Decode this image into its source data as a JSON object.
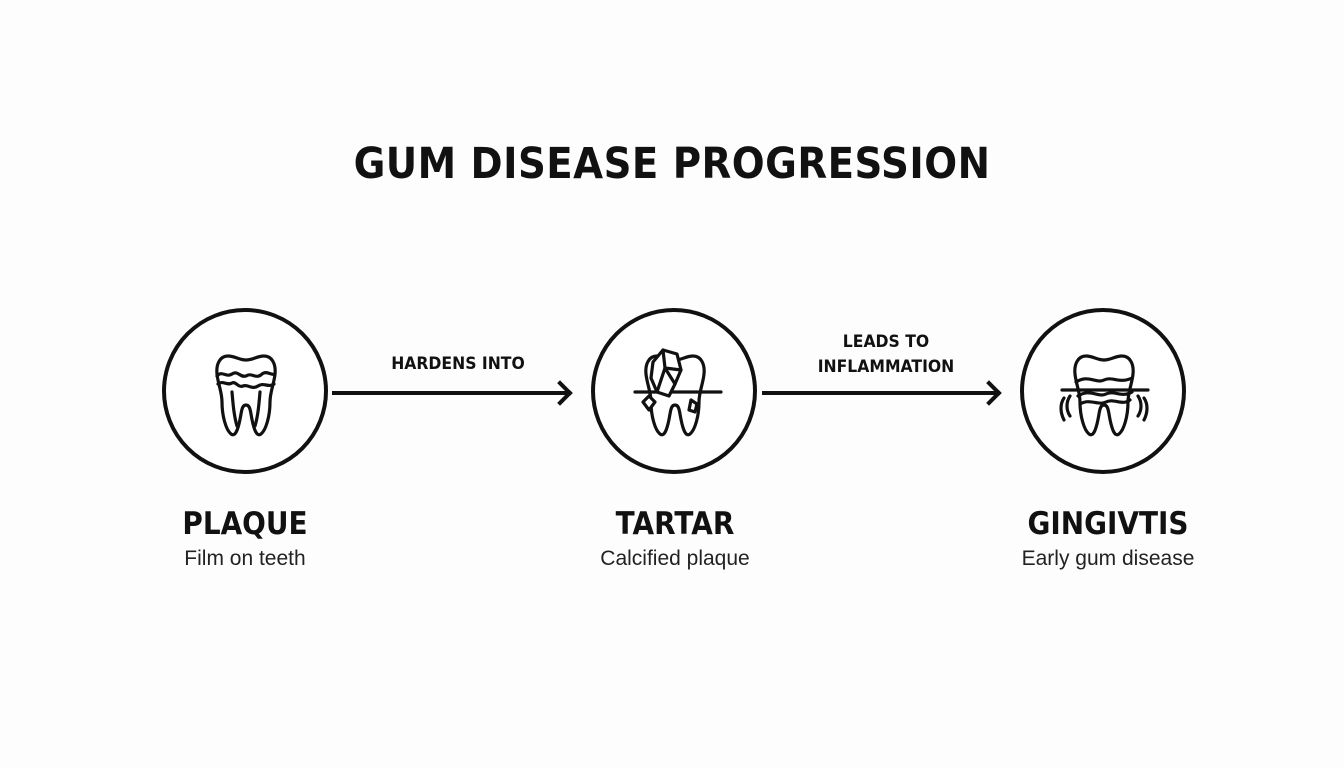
{
  "title": "GUM DISEASE PROGRESSION",
  "stages": [
    {
      "name": "PLAQUE",
      "description": "Film on teeth",
      "icon": "tooth-plaque-icon"
    },
    {
      "name": "TARTAR",
      "description": "Calcified plaque",
      "icon": "tooth-tartar-icon"
    },
    {
      "name": "GINGIVTIS",
      "description": "Early gum disease",
      "icon": "tooth-gingivitis-icon"
    }
  ],
  "connectors": [
    {
      "label_line1": "HARDENS INTO",
      "label_line2": ""
    },
    {
      "label_line1": "LEADS TO",
      "label_line2": "INFLAMMATION"
    }
  ],
  "colors": {
    "stroke": "#111111",
    "background": "#fdfdfd"
  }
}
